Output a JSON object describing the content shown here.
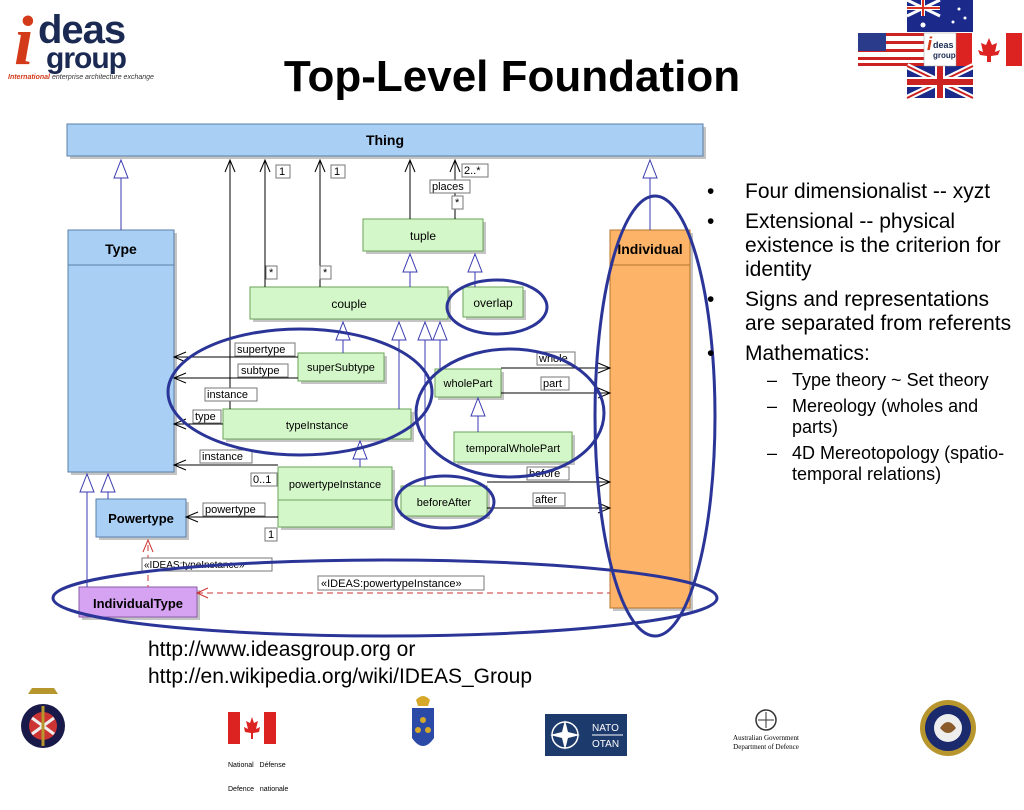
{
  "title": "Top-Level Foundation",
  "logo": {
    "letter": "i",
    "word1": "deas",
    "word2": "group",
    "tagline_bold": "International",
    "tagline": "enterprise architecture exchange"
  },
  "header_logo_small": {
    "word1": "deas",
    "word2": "group"
  },
  "diagram": {
    "classes": {
      "thing": "Thing",
      "type": "Type",
      "individual": "Individual",
      "tuple": "tuple",
      "couple": "couple",
      "overlap": "overlap",
      "supersubtype": "superSubtype",
      "wholepart": "wholePart",
      "typeinstance": "typeInstance",
      "temporalwholepart": "temporalWholePart",
      "powertypeinstance": "powertypeInstance",
      "beforeafter": "beforeAfter",
      "powertype": "Powertype",
      "individualtype": "IndividualType"
    },
    "labels": {
      "one_a": "1",
      "one_b": "1",
      "two_star": "2..*",
      "places": "places",
      "star_places": "*",
      "star_a": "*",
      "star_b": "*",
      "supertype": "supertype",
      "subtype": "subtype",
      "instance_a": "instance",
      "type": "type",
      "instance_b": "instance",
      "zero_one": "0..1",
      "powertype": "powertype",
      "one_c": "1",
      "whole": "whole",
      "part": "part",
      "before": "before",
      "after": "after",
      "stereo_typeinstance": "«IDEAS:typeInstance»",
      "stereo_powertypeinstance": "«IDEAS:powertypeInstance»"
    }
  },
  "bullets": [
    {
      "text": "Four dimensionalist -- xyzt"
    },
    {
      "text": "Extensional -- physical existence is the criterion for identity"
    },
    {
      "text": "Signs and representations are separated from referents"
    },
    {
      "text": "Mathematics:",
      "sub": [
        "Type theory ~ Set theory",
        "Mereology (wholes and parts)",
        "4D Mereotopology (spatio-temporal relations)"
      ]
    }
  ],
  "url": {
    "line1": "http://www.ideasgroup.org or",
    "line2": "http://en.wikipedia.org/wiki/IDEAS_Group"
  },
  "footer": {
    "canada_line1": "National   Défense",
    "canada_line2": "Defence   nationale",
    "nato_line1": "NATO",
    "nato_line2": "OTAN",
    "aus_line1": "Australian Government",
    "aus_line2": "Department of Defence"
  },
  "colors": {
    "blue_box": "#a9cff5",
    "green_box": "#d4f7c9",
    "orange_box": "#fdb469",
    "purple_box": "#d6a3f2",
    "ellipse": "#2b3597",
    "title": "#000000"
  }
}
